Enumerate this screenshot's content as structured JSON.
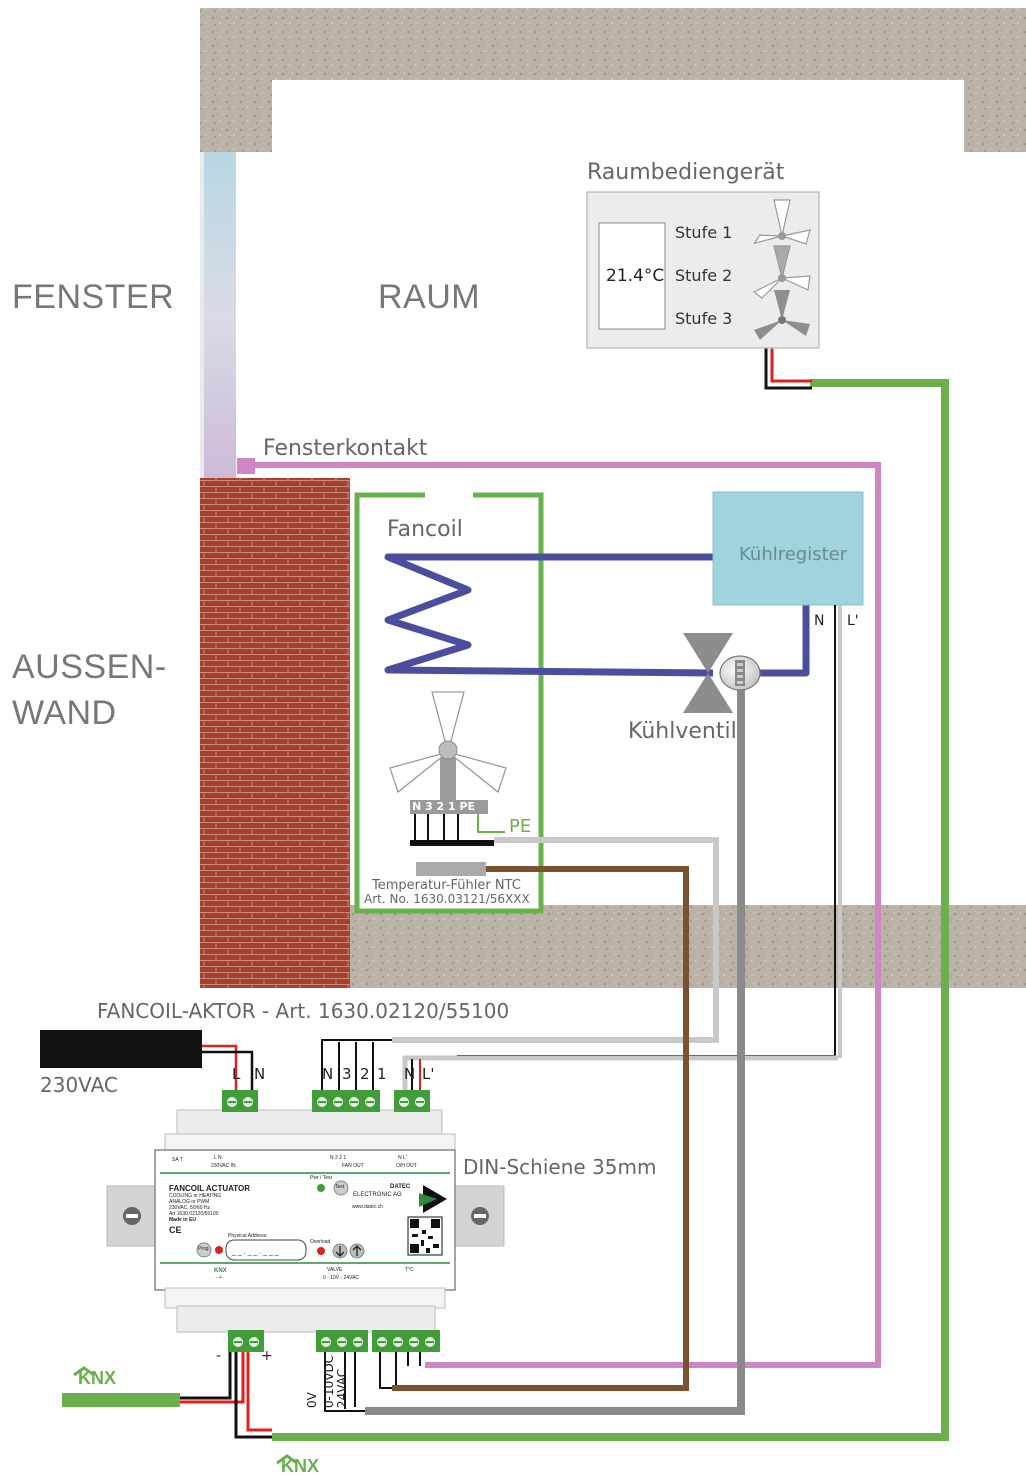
{
  "labels": {
    "fenster": "FENSTER",
    "raum": "RAUM",
    "aussenwand_1": "AUSSEN-",
    "aussenwand_2": "WAND",
    "raumbediengeraet": "Raumbediengerät",
    "temperature": "21.4°C",
    "stufe1": "Stufe 1",
    "stufe2": "Stufe 2",
    "stufe3": "Stufe 3",
    "fensterkontakt": "Fensterkontakt",
    "fancoil": "Fancoil",
    "kuehlregister": "Kühlregister",
    "kuehlventil": "Kühlventil",
    "fan_terminals": "N 3 2 1 PE",
    "pe": "PE",
    "ntc_line1": "Temperatur-Fühler NTC",
    "ntc_line2": "Art. No. 1630.03121/56XXX",
    "valve_n": "N",
    "valve_l": "L'",
    "aktor_title": "FANCOIL-AKTOR - Art. 1630.02120/55100",
    "supply": "230VAC",
    "din_rail": "DIN-Schiene 35mm",
    "knx_minus": "-",
    "knx_plus": "+",
    "out_0v": "0V",
    "out_010vdc": "0-10VDC",
    "out_24vac": "24VAC"
  },
  "terminals": {
    "power": [
      "L",
      "N"
    ],
    "fan": [
      "N",
      "3",
      "2",
      "1"
    ],
    "valve": [
      "N",
      "L'"
    ]
  },
  "device": {
    "top_sat": "SA T",
    "top_ln": "L    N",
    "top_230": "230VAC IN",
    "top_fan_nums": "N   3   2   1",
    "top_fan_out": "FAN OUT",
    "top_nl": "N    L'",
    "top_oh": "O/H OUT",
    "name": "FANCOIL ACTUATOR",
    "spec1": "COOLING or HEATING",
    "spec2": "ANALOG or PWM",
    "spec3": "230VAC, 50/60 Hz",
    "spec4": "Art 1630.02120/55100",
    "spec5": "Made in EU",
    "ce": "CE",
    "pwr_test": "Pwr / Test",
    "test": "Test",
    "brand1": "DATEC",
    "brand2": "ELECTRONIC AG",
    "web": "www.datec.ch",
    "phys_addr": "Physical Address:",
    "addr_mask": "_ _ . _ _ . _ _ _",
    "overload": "Overload",
    "prog": "Prog.",
    "knx": "KNX",
    "knx_pm": "-  +",
    "valve": "VALVE",
    "valve_range": "0 - 10V - 24VAC",
    "temp_c": "T°C"
  },
  "logos": {
    "knx_left": "KNX",
    "knx_bottom": "KNX"
  },
  "colors": {
    "wall": "#b8aea2",
    "brick": "#a83a2a",
    "window_glass": "#c7d9e6",
    "knx_green": "#6ab04c",
    "window_contact_pink": "#cf86c4",
    "water_blue": "#4b4e9f",
    "register_cyan": "#9fd3de",
    "ntc_brown": "#7a5230",
    "analog_gray": "#8a8a8a",
    "light_gray": "#c8c8c8",
    "terminal_green": "#3f9d3a"
  }
}
